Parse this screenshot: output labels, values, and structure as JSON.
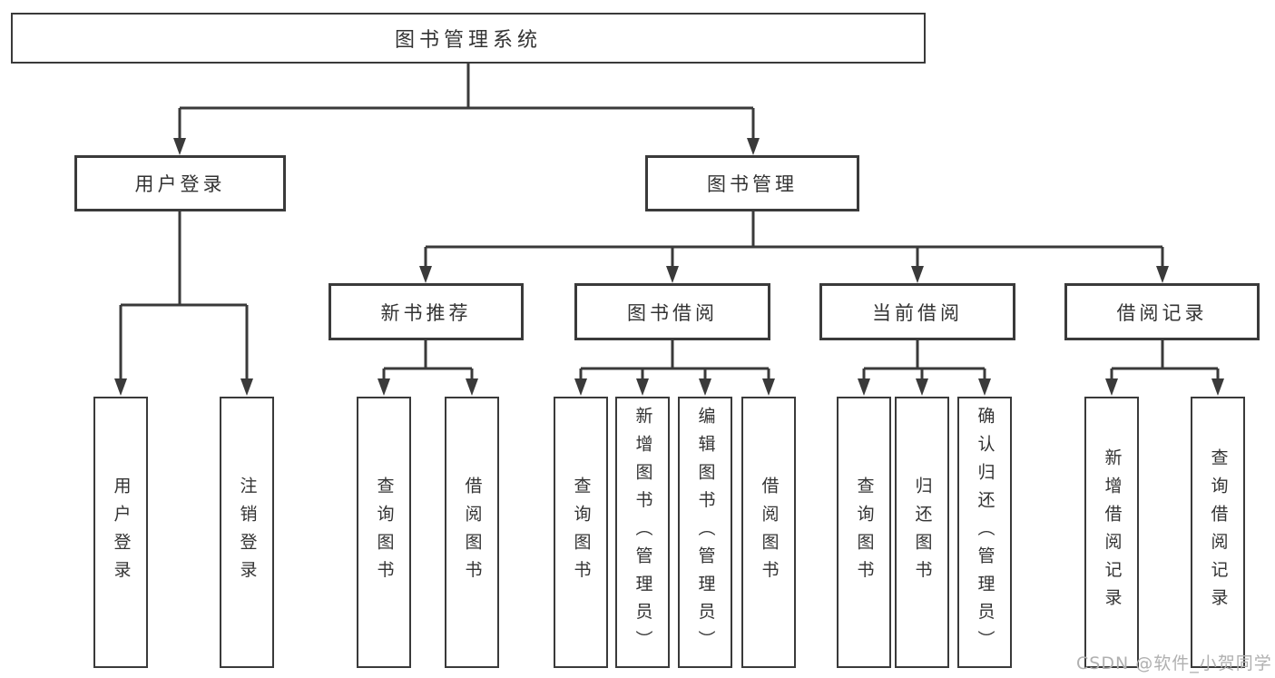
{
  "diagram_title": "图书管理系统",
  "tree": {
    "root": {
      "label": "图书管理系统",
      "children": [
        {
          "label": "用户登录",
          "children": [
            {
              "label": "用户登录"
            },
            {
              "label": "注销登录"
            }
          ]
        },
        {
          "label": "图书管理",
          "children": [
            {
              "label": "新书推荐",
              "children": [
                {
                  "label": "查询图书"
                },
                {
                  "label": "借阅图书"
                }
              ]
            },
            {
              "label": "图书借阅",
              "children": [
                {
                  "label": "查询图书"
                },
                {
                  "label": "新增图书（管理员）"
                },
                {
                  "label": "编辑图书（管理员）"
                },
                {
                  "label": "借阅图书"
                }
              ]
            },
            {
              "label": "当前借阅",
              "children": [
                {
                  "label": "查询图书"
                },
                {
                  "label": "归还图书"
                },
                {
                  "label": "确认归还（管理员）"
                }
              ]
            },
            {
              "label": "借阅记录",
              "children": [
                {
                  "label": "新增借阅记录"
                },
                {
                  "label": "查询借阅记录"
                }
              ]
            }
          ]
        }
      ]
    }
  },
  "watermark": {
    "text": "CSDN @软件_小贺同学"
  },
  "colors": {
    "line": "#3a3a3a",
    "box_border": "#3a3a3a",
    "text": "#333333",
    "watermark": "#b0b0b0",
    "background": "#ffffff"
  }
}
